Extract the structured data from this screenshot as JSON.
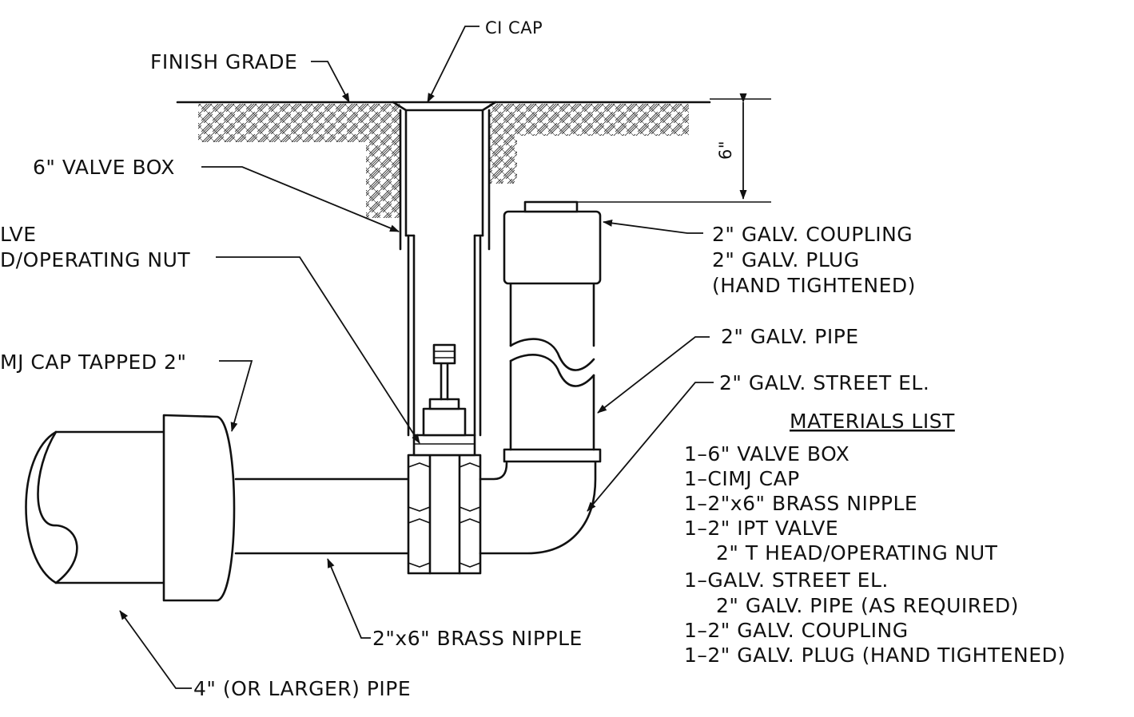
{
  "labels": {
    "ci_cap": "CI CAP",
    "finish_grade": "FINISH GRADE",
    "valve_box": "6\" VALVE BOX",
    "valve_line1": "LVE",
    "valve_line2": "D/OPERATING NUT",
    "cimj_cap": "MJ CAP TAPPED 2\"",
    "dim_6": "6\"",
    "coupling_line1": "2\" GALV. COUPLING",
    "coupling_line2": "2\" GALV. PLUG",
    "coupling_line3": "(HAND TIGHTENED)",
    "galv_pipe": "2\" GALV. PIPE",
    "street_el": "2\" GALV. STREET EL.",
    "brass_nipple": "2\"x6\" BRASS NIPPLE",
    "main_pipe": "4\" (OR LARGER) PIPE"
  },
  "materials": {
    "title": "MATERIALS LIST",
    "items": [
      "1–6\" VALVE BOX",
      "1–CIMJ CAP",
      "1–2\"x6\" BRASS NIPPLE",
      "1–2\" IPT VALVE",
      "2\" T HEAD/OPERATING NUT",
      "1–GALV. STREET EL.",
      "2\" GALV. PIPE (AS REQUIRED)",
      "1–2\" GALV. COUPLING",
      "1–2\" GALV. PLUG (HAND TIGHTENED)"
    ]
  }
}
